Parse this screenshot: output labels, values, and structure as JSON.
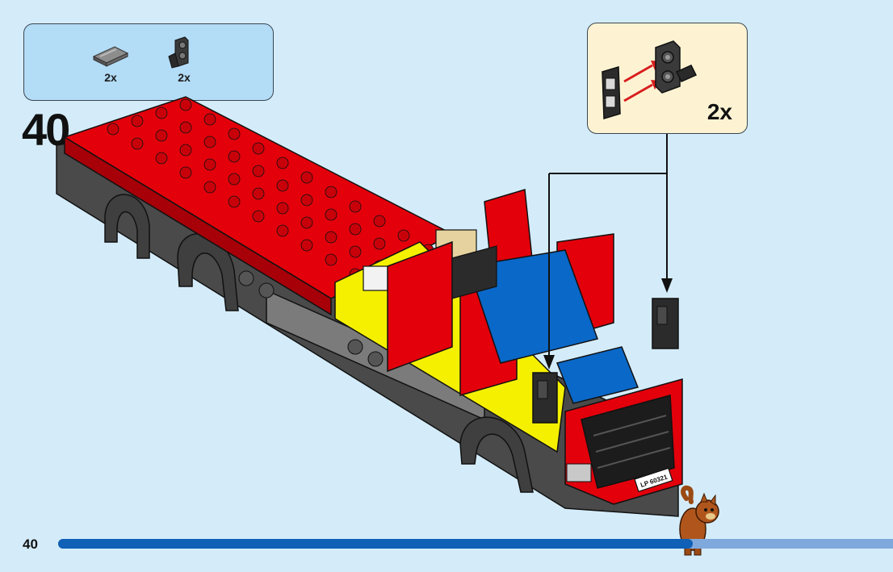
{
  "page": {
    "step_number": "40",
    "page_number": "40",
    "progress": 0.76
  },
  "parts_list": [
    {
      "icon": "gray-tile-icon",
      "quantity": "2x"
    },
    {
      "icon": "black-bracket-icon",
      "quantity": "2x"
    }
  ],
  "callout": {
    "quantity": "2x"
  },
  "model": {
    "license_plate": "LP 60321"
  },
  "colors": {
    "background": "#d4ecfa",
    "parts_box": "#b3dcf6",
    "callout_box": "#fdf3d3",
    "progress_fill": "#0f60b6",
    "progress_track": "#7fa9dd",
    "brick_red": "#e3000b",
    "brick_yellow": "#f5f000",
    "brick_blue": "#0a68c8"
  }
}
